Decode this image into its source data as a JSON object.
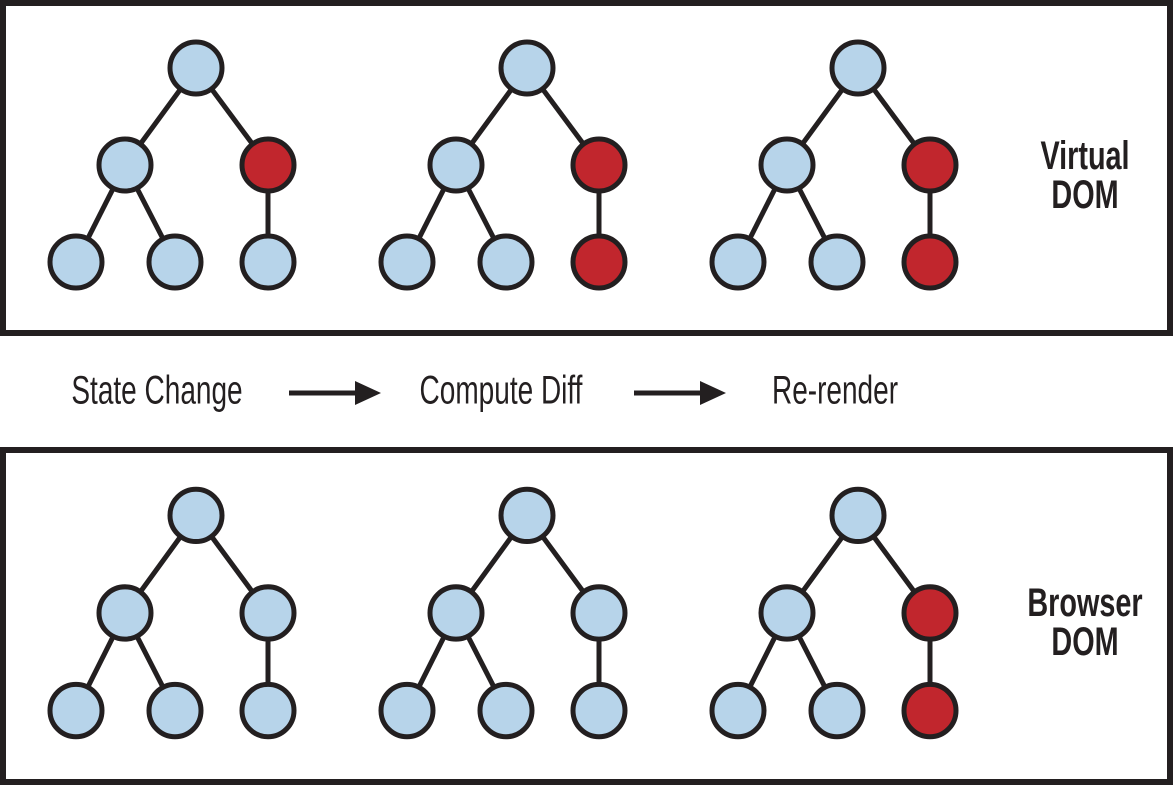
{
  "figure": {
    "description": "Virtual DOM diffing and re-render diagram"
  },
  "colors": {
    "node_default": "#b7d4ea",
    "node_changed": "#c1262d",
    "line": "#231f20",
    "text": "#231f20",
    "background": "#ffffff"
  },
  "node_order": [
    "root",
    "left-child",
    "right-child",
    "left-grandchild-1",
    "left-grandchild-2",
    "right-grandchild"
  ],
  "panels": [
    {
      "name": "virtual-dom",
      "label_lines": [
        "Virtual",
        "DOM"
      ],
      "trees": [
        {
          "name": "tree-1",
          "node_colors": [
            "blue",
            "blue",
            "red",
            "blue",
            "blue",
            "blue"
          ]
        },
        {
          "name": "tree-2",
          "node_colors": [
            "blue",
            "blue",
            "red",
            "blue",
            "blue",
            "red"
          ]
        },
        {
          "name": "tree-3",
          "node_colors": [
            "blue",
            "blue",
            "red",
            "blue",
            "blue",
            "red"
          ]
        }
      ]
    },
    {
      "name": "browser-dom",
      "label_lines": [
        "Browser",
        "DOM"
      ],
      "trees": [
        {
          "name": "tree-1",
          "node_colors": [
            "blue",
            "blue",
            "blue",
            "blue",
            "blue",
            "blue"
          ]
        },
        {
          "name": "tree-2",
          "node_colors": [
            "blue",
            "blue",
            "blue",
            "blue",
            "blue",
            "blue"
          ]
        },
        {
          "name": "tree-3",
          "node_colors": [
            "blue",
            "blue",
            "red",
            "blue",
            "blue",
            "red"
          ]
        }
      ]
    }
  ],
  "process_flow": {
    "steps": [
      "State Change",
      "Compute Diff",
      "Re-render"
    ],
    "connector_icon": "right-arrow-icon"
  }
}
